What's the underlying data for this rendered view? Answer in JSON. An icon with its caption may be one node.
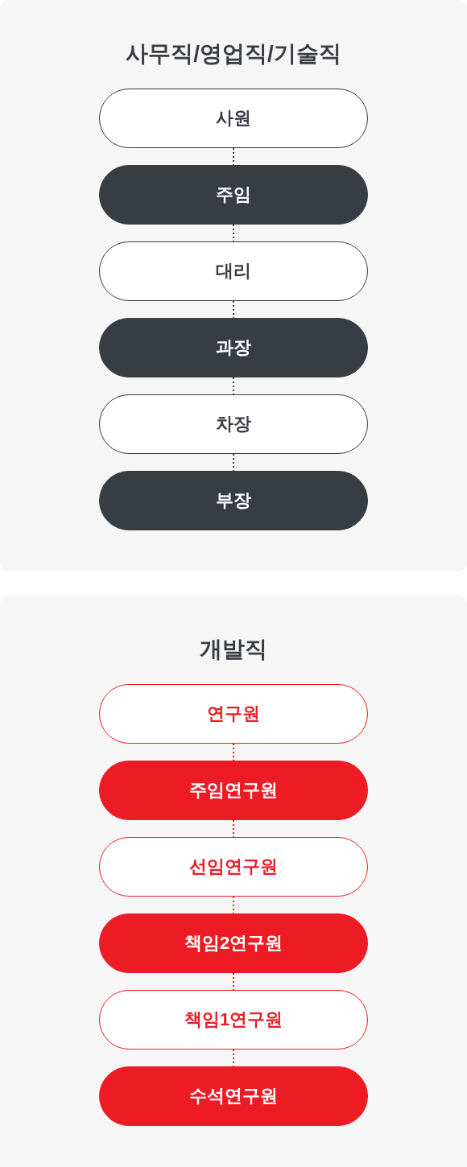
{
  "diagram": {
    "nodes": [
      {
        "text": [
          "사무직/영업직/기술직"
        ]
      },
      {
        "text": [
          "사원"
        ],
        "in": 0
      },
      {
        "text": [
          "주임"
        ],
        "in": 0
      },
      {
        "text": [
          "대리"
        ],
        "in": 0
      },
      {
        "text": [
          "과장"
        ],
        "in": 0
      },
      {
        "text": [
          "차장"
        ],
        "in": 0
      },
      {
        "text": [
          "부장"
        ],
        "in": 0
      },
      {
        "text": [
          "개발직"
        ]
      },
      {
        "text": [
          "연구원"
        ],
        "in": 7
      },
      {
        "text": [
          "주임연구원"
        ],
        "in": 7
      },
      {
        "text": [
          "선임연구원"
        ],
        "in": 7
      },
      {
        "text": [
          "책임2연구원"
        ],
        "in": 7
      },
      {
        "text": [
          "책임1연구원"
        ],
        "in": 7
      },
      {
        "text": [
          "수석연구원"
        ],
        "in": 7
      }
    ],
    "edges": [
      {
        "from": 1,
        "to": 2,
        "arrow": "none"
      },
      {
        "from": 2,
        "to": 3,
        "arrow": "none"
      },
      {
        "from": 3,
        "to": 4,
        "arrow": "none"
      },
      {
        "from": 4,
        "to": 5,
        "arrow": "none"
      },
      {
        "from": 5,
        "to": 6,
        "arrow": "none"
      },
      {
        "from": 8,
        "to": 9,
        "arrow": "none",
        "color": "#ed1c24"
      },
      {
        "from": 9,
        "to": 10,
        "arrow": "none",
        "color": "#ed1c24"
      },
      {
        "from": 10,
        "to": 11,
        "arrow": "none",
        "color": "#ed1c24"
      },
      {
        "from": 11,
        "to": 12,
        "arrow": "none",
        "color": "#ed1c24"
      },
      {
        "from": 12,
        "to": 13,
        "arrow": "none",
        "color": "#ed1c24"
      }
    ]
  }
}
